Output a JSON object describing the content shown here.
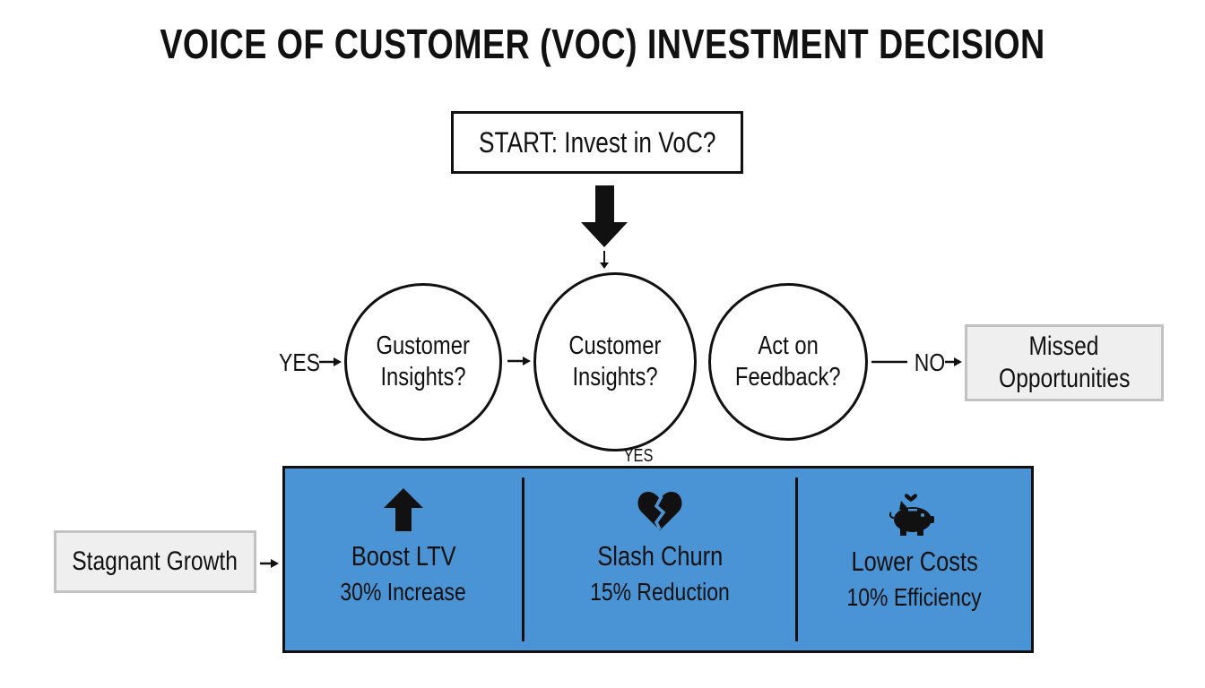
{
  "title": "VOICE OF CUSTOMER (VOC) INVESTMENT DECISION",
  "start": "START: Invest in VoC?",
  "nodes": [
    {
      "line1": "Gustomer",
      "line2": "Insights?"
    },
    {
      "line1": "Customer",
      "line2": "Insights?"
    },
    {
      "line1": "Act on",
      "line2": "Feedback?"
    }
  ],
  "missed": {
    "line1": "Missed",
    "line2": "Opportunities"
  },
  "stagnant": "Stagnant Growth",
  "labels": {
    "yes_left": "YES",
    "no_right": "NO",
    "yes_bottom": "YES"
  },
  "outcomes": [
    {
      "icon": "up-arrow-icon",
      "title": "Boost LTV",
      "value": "30% Increase"
    },
    {
      "icon": "broken-heart-icon",
      "title": "Slash Churn",
      "value": "15% Reduction"
    },
    {
      "icon": "piggy-bank-icon",
      "title": "Lower Costs",
      "value": "10% Efficiency"
    }
  ],
  "colors": {
    "panel": "#4a93d4",
    "grey_box": "#efefef",
    "stroke": "#111111"
  }
}
